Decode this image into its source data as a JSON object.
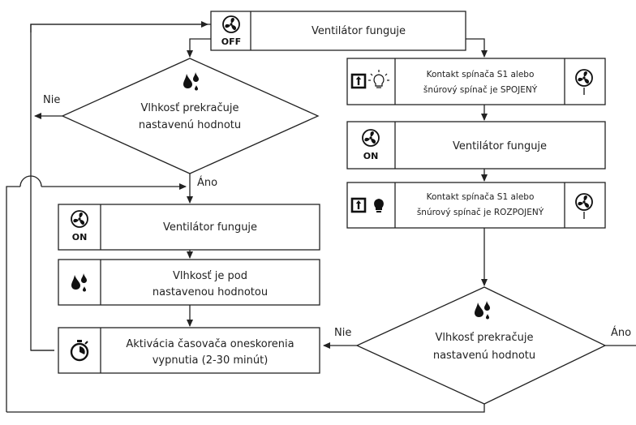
{
  "top": {
    "icon": "fan-off-icon",
    "badge": "OFF",
    "text": "Ventilátor funguje"
  },
  "left": {
    "decision": {
      "icon": "humidity-drops-icon",
      "line1": "Vlhkosť prekračuje",
      "line2": "nastavenú hodnotu",
      "no": "Nie",
      "yes": "Áno"
    },
    "fan_on": {
      "icon": "fan-on-icon",
      "badge": "ON",
      "text": "Ventilátor funguje"
    },
    "humidity_below": {
      "icon": "humidity-drops-icon",
      "line1": "Vlhkosť je pod",
      "line2": "nastavenou hodnotou"
    },
    "timer": {
      "icon": "timer-icon",
      "line1": "Aktivácia časovača oneskorenia",
      "line2": "vypnutia (2-30 minút)"
    }
  },
  "right": {
    "switch_on": {
      "icon": "switch-light-on-icon",
      "line1": "Kontakt spínača S1 alebo",
      "line2": "šnúrový spínač je SPOJENÝ",
      "right_icon": "fan-icon"
    },
    "fan_on": {
      "icon": "fan-on-icon",
      "badge": "ON",
      "text": "Ventilátor funguje"
    },
    "switch_off": {
      "icon": "switch-light-off-icon",
      "line1": "Kontakt spínača S1 alebo",
      "line2": "šnúrový spínač je ROZPOJENÝ",
      "right_icon": "fan-icon"
    },
    "decision": {
      "icon": "humidity-drops-icon",
      "line1": "Vlhkosť prekračuje",
      "line2": "nastavenú hodnotu",
      "no": "Nie",
      "yes": "Áno"
    }
  }
}
